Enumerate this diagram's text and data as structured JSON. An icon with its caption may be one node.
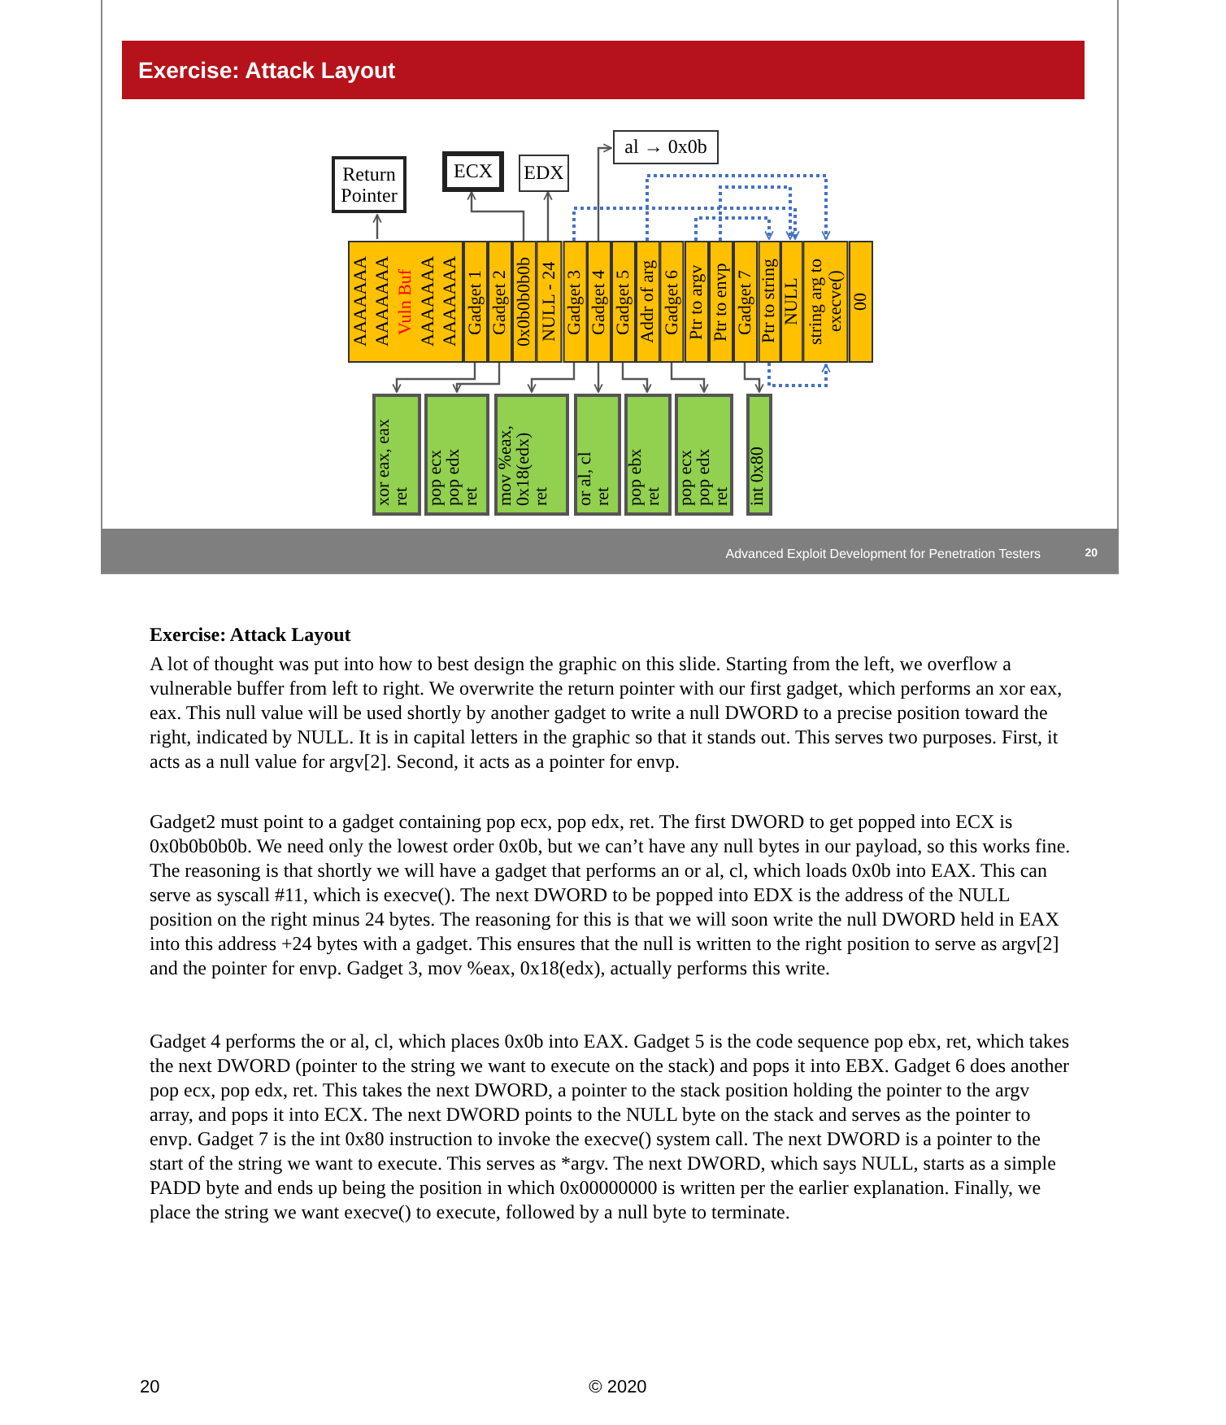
{
  "diagram": {
    "title": "Exercise: Attack Layout",
    "nodes": [
      {
        "text": [
          "Return Pointer"
        ]
      },
      {
        "text": [
          "ECX"
        ]
      },
      {
        "text": [
          "EDX"
        ]
      },
      {
        "text": [
          "al → 0x0b"
        ]
      },
      {
        "text": [
          "AAAAAAA",
          "AAAAAAA",
          "Vuln Buf",
          "AAAAAAA",
          "AAAAAAA"
        ]
      },
      {
        "text": [
          "Gadget 1"
        ]
      },
      {
        "text": [
          "Gadget 2"
        ]
      },
      {
        "text": [
          "0x0b0b0b0b"
        ]
      },
      {
        "text": [
          "NULL - 24"
        ]
      },
      {
        "text": [
          "Gadget 3"
        ]
      },
      {
        "text": [
          "Gadget 4"
        ]
      },
      {
        "text": [
          "Gadget 5"
        ]
      },
      {
        "text": [
          "Addr of arg"
        ]
      },
      {
        "text": [
          "Gadget 6"
        ]
      },
      {
        "text": [
          "Ptr to argv"
        ]
      },
      {
        "text": [
          "Ptr to envp"
        ]
      },
      {
        "text": [
          "Gadget 7"
        ]
      },
      {
        "text": [
          "Ptr to string"
        ]
      },
      {
        "text": [
          "NULL"
        ]
      },
      {
        "text": [
          "string arg to execve()"
        ]
      },
      {
        "text": [
          "00"
        ]
      },
      {
        "text": [
          "xor eax, eax",
          "ret"
        ]
      },
      {
        "text": [
          "pop ecx",
          "pop edx",
          "ret"
        ]
      },
      {
        "text": [
          "mov %eax, 0x18(edx)",
          "ret"
        ]
      },
      {
        "text": [
          "or al, cl",
          "ret"
        ]
      },
      {
        "text": [
          "pop ebx",
          "ret"
        ]
      },
      {
        "text": [
          "pop ecx",
          "pop edx",
          "ret"
        ]
      },
      {
        "text": [
          "int 0x80"
        ]
      }
    ],
    "edges": [
      {
        "from": 4,
        "to": 0,
        "arrow": "to"
      },
      {
        "from": 7,
        "to": 1,
        "arrow": "to"
      },
      {
        "from": 8,
        "to": 2,
        "arrow": "to"
      },
      {
        "from": 10,
        "to": 3,
        "arrow": "to"
      },
      {
        "from": 9,
        "to": 18,
        "arrow": "to",
        "style": "dashed",
        "color": "#4472c4"
      },
      {
        "from": 12,
        "to": 19,
        "arrow": "to",
        "style": "dashed",
        "color": "#4472c4"
      },
      {
        "from": 14,
        "to": 17,
        "arrow": "to",
        "style": "dashed",
        "color": "#4472c4"
      },
      {
        "from": 15,
        "to": 18,
        "arrow": "to",
        "style": "dashed",
        "color": "#4472c4"
      },
      {
        "from": 17,
        "to": 19,
        "arrow": "to",
        "style": "dashed",
        "color": "#4472c4"
      },
      {
        "from": 5,
        "to": 21,
        "arrow": "to"
      },
      {
        "from": 6,
        "to": 22,
        "arrow": "to"
      },
      {
        "from": 9,
        "to": 23,
        "arrow": "to"
      },
      {
        "from": 10,
        "to": 24,
        "arrow": "to"
      },
      {
        "from": 11,
        "to": 25,
        "arrow": "to"
      },
      {
        "from": 13,
        "to": 26,
        "arrow": "to"
      },
      {
        "from": 16,
        "to": 27,
        "arrow": "to"
      }
    ],
    "labels": [
      "Advanced Exploit Development for Penetration Testers",
      "20",
      "Exercise: Attack Layout",
      "A lot of thought was put into how to best design the graphic on this slide. Starting from the left, we overflow a vulnerable buffer from left to right. We overwrite the return pointer with our first gadget, which performs an xor eax, eax. This null value will be used shortly by another gadget to write a null DWORD to a precise position toward the right, indicated by NULL. It is in capital letters in the graphic so that it stands out. This serves two purposes. First, it acts as a null value for argv[2]. Second, it acts as a pointer for envp.",
      "Gadget2 must point to a gadget containing pop ecx, pop edx, ret. The first DWORD to get popped into ECX is 0x0b0b0b0b. We need only the lowest order 0x0b, but we can’t have any null bytes in our payload, so this works fine. The reasoning is that shortly we will have a gadget that performs an or al, cl, which loads 0x0b into EAX. This can serve as syscall #11, which is execve(). The next DWORD to be popped into EDX is the address of the NULL position on the right minus 24 bytes. The reasoning for this is that we will soon write the null DWORD held in EAX into this address +24 bytes with a gadget. This ensures that the null is written to the right position to serve as argv[2] and the pointer for envp. Gadget 3, mov %eax, 0x18(edx), actually performs this write.",
      "Gadget 4 performs the or al, cl, which places 0x0b into EAX. Gadget 5 is the code sequence pop ebx, ret, which takes the next DWORD (pointer to the string we want to execute on the stack) and pops it into EBX. Gadget 6 does another pop ecx, pop edx, ret. This takes the next DWORD, a pointer to the stack position holding the pointer to the argv array, and pops it into ECX. The next DWORD points to the NULL byte on the stack and serves as the pointer to envp. Gadget 7 is the int 0x80 instruction to invoke the execve() system call. The next DWORD is a pointer to the start of the string we want to execute. This serves as *argv. The next DWORD, which says NULL, starts as a simple PADD byte and ends up being the position in which 0x00000000 is written per the earlier explanation. Finally, we place the string we want execve() to execute, followed by a null byte to terminate.",
      "20",
      "© 2020"
    ]
  }
}
